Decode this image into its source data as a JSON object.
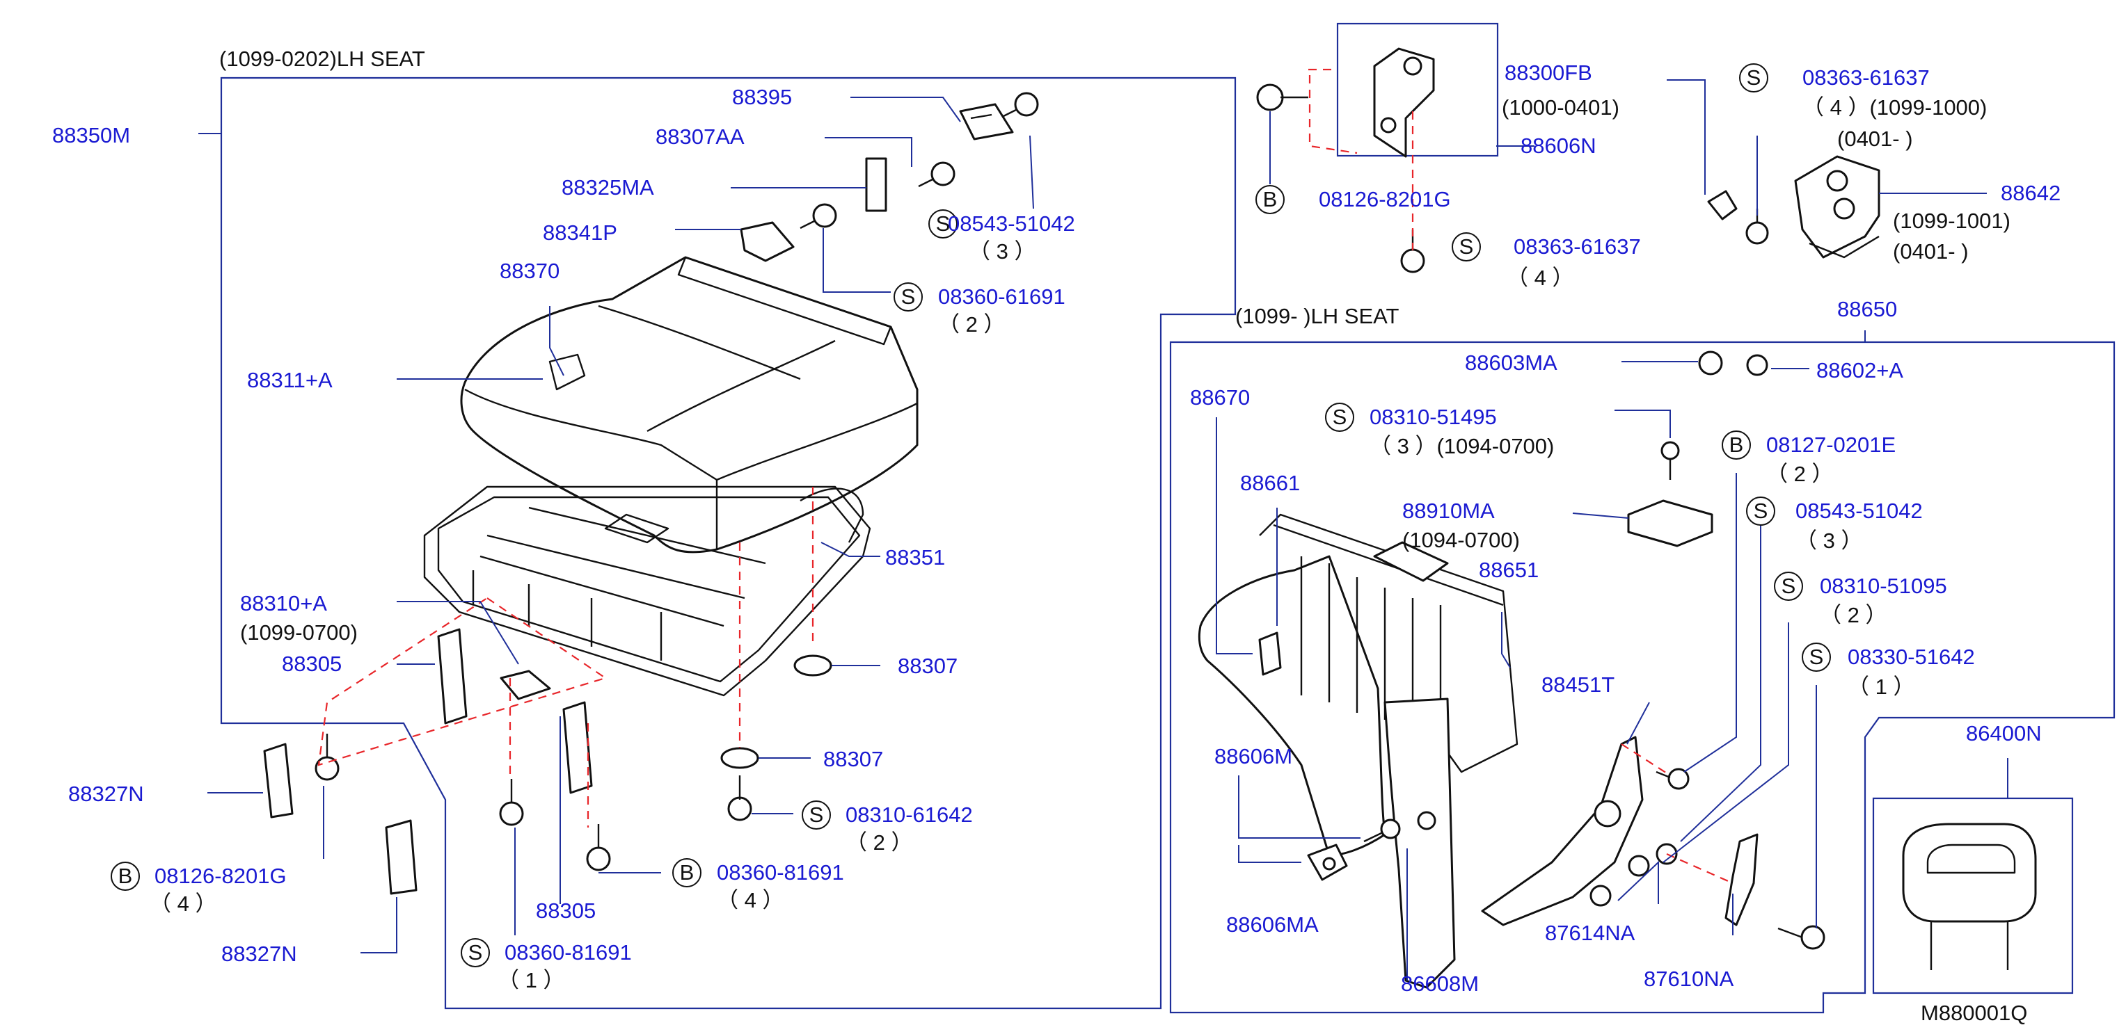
{
  "seats": {
    "old": "(1099-0202)LH   SEAT",
    "new": "(1099-        )LH   SEAT"
  },
  "parts": {
    "p88350M": "88350M",
    "p88395": "88395",
    "p88307AA": "88307AA",
    "p88325MA": "88325MA",
    "p88341P": "88341P",
    "p88370": "88370",
    "p88311A": "88311+A",
    "p88351": "88351",
    "p88307a": "88307",
    "p88307b": "88307",
    "p88310A": "88310+A",
    "p88305a": "88305",
    "p88305b": "88305",
    "p88327Na": "88327N",
    "p88327Nb": "88327N",
    "p88300FB": "88300FB",
    "p88606N": "88606N",
    "p88642": "88642",
    "p88650": "88650",
    "p88603MA": "88603MA",
    "p88602A": "88602+A",
    "p88670": "88670",
    "p88661": "88661",
    "p88910MA": "88910MA",
    "p88651": "88651",
    "p88451T": "88451T",
    "p88606M": "88606M",
    "p88606MA": "88606MA",
    "p86608M": "86608M",
    "p87614NA": "87614NA",
    "p87610NA": "87610NA",
    "p86400N": "86400N"
  },
  "fasteners": {
    "f1": {
      "mark": "S",
      "number": "08543-51042",
      "qty": "（ 3 ）"
    },
    "f2": {
      "mark": "S",
      "number": "08360-61691",
      "qty": "（ 2 ）"
    },
    "f3": {
      "mark": "S",
      "number": "08310-61642",
      "qty": "（ 2 ）"
    },
    "f4": {
      "mark": "B",
      "number": "08360-81691",
      "qty": "（ 4 ）"
    },
    "f5": {
      "mark": "B",
      "number": "08126-8201G",
      "qty": "（ 4 ）"
    },
    "f6": {
      "mark": "S",
      "number": "08360-81691",
      "qty": "（ 1 ）"
    },
    "f7": {
      "mark": "B",
      "number": "08126-8201G"
    },
    "f8": {
      "mark": "S",
      "number": "08363-61637",
      "qty": "（ 4 ）"
    },
    "f9": {
      "mark": "S",
      "number": "08363-61637",
      "qty": "（ 4 ）(1099-1000)"
    },
    "f10": {
      "mark": "S",
      "number": "08310-51495",
      "qty": "（ 3 ）(1094-0700)"
    },
    "f11": {
      "mark": "B",
      "number": "08127-0201E",
      "qty": "（ 2 ）"
    },
    "f12": {
      "mark": "S",
      "number": "08543-51042",
      "qty": "（ 3 ）"
    },
    "f13": {
      "mark": "S",
      "number": "08310-51095",
      "qty": "（ 2 ）"
    },
    "f14": {
      "mark": "S",
      "number": "08330-51642",
      "qty": "（ 1 ）"
    }
  },
  "notes": {
    "n88310A": "(1099-0700)",
    "n88300FB": "(1000-0401)",
    "n88363": "(0401-        )",
    "n88642a": "(1099-1001)",
    "n88642b": "(0401-        )",
    "n88910MA": "(1094-0700)"
  },
  "diagram_code": "M880001Q"
}
